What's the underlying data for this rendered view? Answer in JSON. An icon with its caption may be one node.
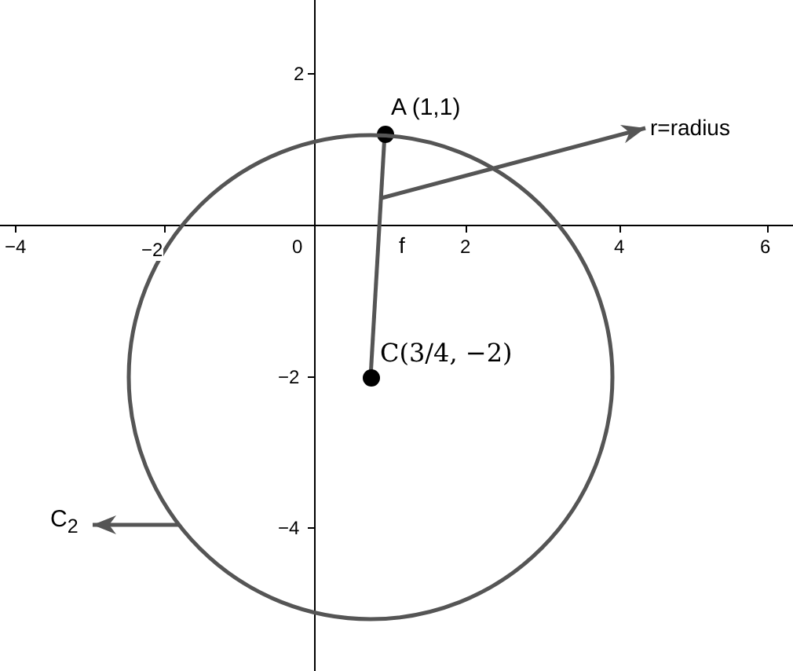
{
  "diagram": {
    "nodes": [
      {
        "text": [
          "A (1,1)"
        ]
      },
      {
        "text": [],
        "shape": "circle"
      },
      {
        "text": [
          "C(3/4, −2)"
        ],
        "in": 1
      },
      {
        "text": [
          "r=radius"
        ]
      },
      {
        "text": [
          "C$_{2}$"
        ]
      }
    ],
    "edges": [
      {
        "from": 0,
        "to": 2,
        "arrow": "none",
        "label": "f"
      },
      {
        "from": null,
        "to": 3,
        "arrow": "to"
      },
      {
        "from": 1,
        "to": 4,
        "arrow": "to"
      }
    ],
    "labels": [
      "2",
      "−4",
      "−2",
      "0",
      "2",
      "4",
      "6",
      "−2",
      "−4"
    ]
  }
}
